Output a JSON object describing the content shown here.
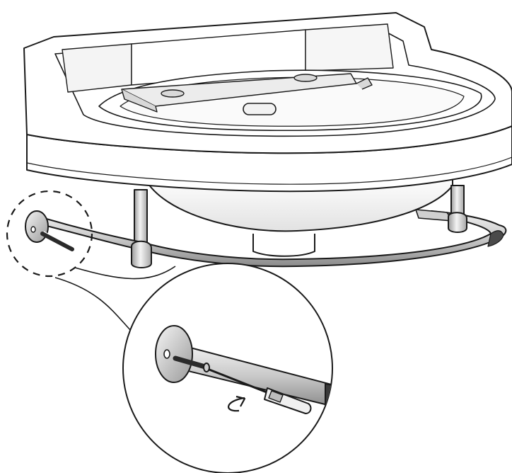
{
  "illustration": {
    "subject": "washbasin-with-towel-rail-assembly",
    "style": "monochrome-line-art",
    "colors": {
      "line": "#1a1a1a",
      "surface": "#ffffff",
      "shade_light": "#e6e6e6",
      "shade_mid": "#c9c9c9",
      "shade_dark": "#8a8a8a",
      "rail_dark": "#4a4a4a"
    },
    "callout": {
      "type": "magnified-detail",
      "marker": "dashed-circle",
      "detail_contents": [
        "wall-rosette",
        "screw",
        "screwdriver",
        "rotation-arrow"
      ]
    }
  }
}
